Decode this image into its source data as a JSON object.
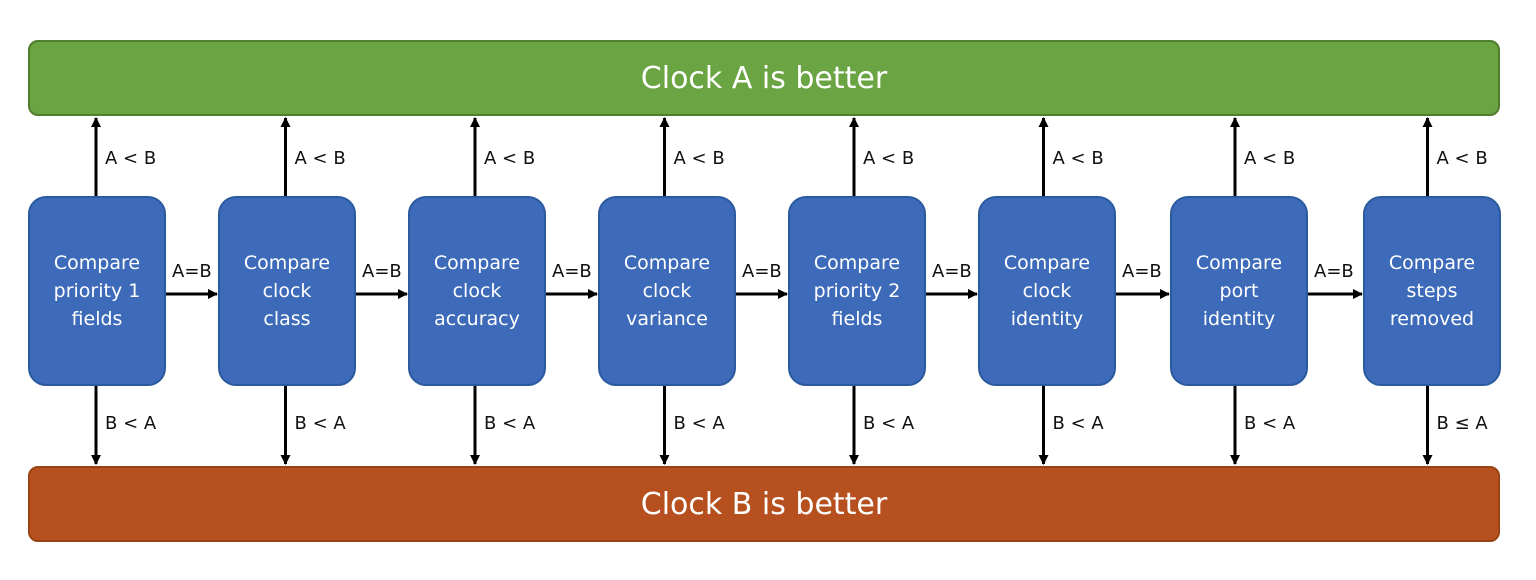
{
  "colors": {
    "top_banner": "#6aa443",
    "bottom_banner": "#b6511f",
    "box_fill": "#3d6ab9",
    "arrow": "#000000"
  },
  "top_banner": {
    "text": "Clock A is better"
  },
  "bottom_banner": {
    "text": "Clock B is better"
  },
  "steps": [
    {
      "text": "Compare\npriority 1\nfields",
      "up_label": "A < B",
      "down_label": "B < A",
      "next_label": "A=B"
    },
    {
      "text": "Compare\nclock\nclass",
      "up_label": "A < B",
      "down_label": "B < A",
      "next_label": "A=B"
    },
    {
      "text": "Compare\nclock\naccuracy",
      "up_label": "A < B",
      "down_label": "B < A",
      "next_label": "A=B"
    },
    {
      "text": "Compare\nclock\nvariance",
      "up_label": "A < B",
      "down_label": "B < A",
      "next_label": "A=B"
    },
    {
      "text": "Compare\npriority 2\nfields",
      "up_label": "A < B",
      "down_label": "B < A",
      "next_label": "A=B"
    },
    {
      "text": "Compare\nclock\nidentity",
      "up_label": "A < B",
      "down_label": "B < A",
      "next_label": "A=B"
    },
    {
      "text": "Compare\nport\nidentity",
      "up_label": "A < B",
      "down_label": "B < A",
      "next_label": "A=B"
    },
    {
      "text": "Compare\nsteps\nremoved",
      "up_label": "A < B",
      "down_label": "B ≤ A"
    }
  ]
}
